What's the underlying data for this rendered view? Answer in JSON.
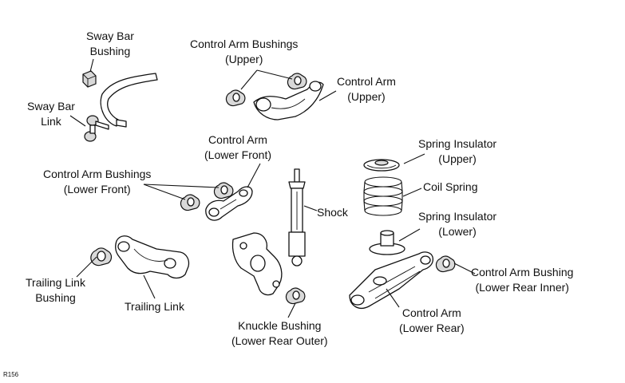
{
  "labels": {
    "sway_bar_bushing": [
      "Sway Bar",
      "Bushing"
    ],
    "sway_bar_link": [
      "Sway Bar",
      "Link"
    ],
    "control_arm_bushings_upper": [
      "Control Arm Bushings",
      "(Upper)"
    ],
    "control_arm_upper": [
      "Control Arm",
      "(Upper)"
    ],
    "control_arm_lower_front": [
      "Control Arm",
      "(Lower Front)"
    ],
    "control_arm_bushings_lower_front": [
      "Control Arm Bushings",
      "(Lower Front)"
    ],
    "shock": [
      "Shock"
    ],
    "spring_insulator_upper": [
      "Spring Insulator",
      "(Upper)"
    ],
    "coil_spring": [
      "Coil Spring"
    ],
    "spring_insulator_lower": [
      "Spring Insulator",
      "(Lower)"
    ],
    "control_arm_bushing_lower_rear_inner": [
      "Control Arm Bushing",
      "(Lower Rear Inner)"
    ],
    "control_arm_lower_rear": [
      "Control Arm",
      "(Lower Rear)"
    ],
    "trailing_link_bushing": [
      "Trailing Link",
      "Bushing"
    ],
    "trailing_link": [
      "Trailing Link"
    ],
    "knuckle_bushing_lower_rear_outer": [
      "Knuckle Bushing",
      "(Lower Rear Outer)"
    ]
  },
  "figure_code": "R156"
}
